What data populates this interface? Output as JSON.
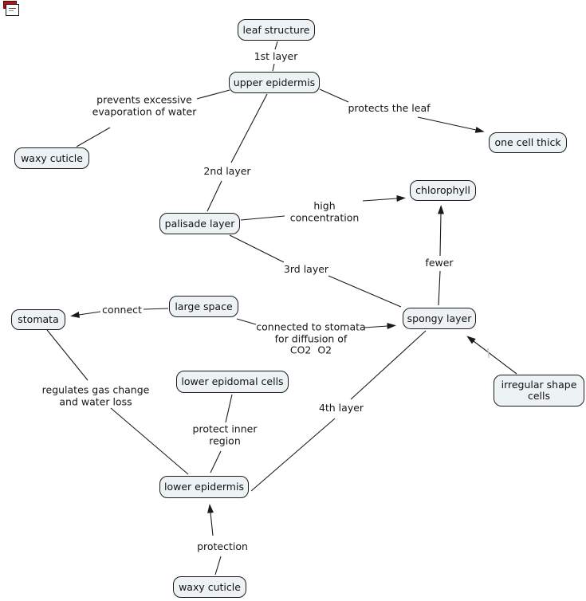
{
  "app": {
    "corner_icon": "cmap-window-icon"
  },
  "colors": {
    "canvas_background": "#ffffff",
    "node_fill": "#edf3f5",
    "node_border": "#1c1c1c",
    "connector_line": "#1a1a1a",
    "icon_red": "#b51414"
  },
  "nodes": {
    "leaf_structure": {
      "label": "leaf structure"
    },
    "upper_epidermis": {
      "label": "upper epidermis"
    },
    "waxy_cuticle_top": {
      "label": "waxy cuticle"
    },
    "one_cell_thick": {
      "label": "one cell thick"
    },
    "palisade_layer": {
      "label": "palisade layer"
    },
    "chlorophyll": {
      "label": "chlorophyll"
    },
    "large_space": {
      "label": "large space"
    },
    "stomata": {
      "label": "stomata"
    },
    "spongy_layer": {
      "label": "spongy layer"
    },
    "lower_epidomal_cells": {
      "label": "lower epidomal cells"
    },
    "irregular_shape_cells": {
      "label": "irregular shape\ncells"
    },
    "lower_epidermis": {
      "label": "lower epidermis"
    },
    "waxy_cuticle_bottom": {
      "label": "waxy cuticle"
    }
  },
  "edge_labels": {
    "first_layer": "1st layer",
    "prevents_evaporation": "prevents excessive\nevaporation of water",
    "protects_the_leaf": "protects the leaf",
    "second_layer": "2nd layer",
    "high_concentration": "high\nconcentration",
    "third_layer": "3rd layer",
    "fewer": "fewer",
    "connect": "connect",
    "connected_to_stomata": "connected to stomata\nfor diffusion of\nCO2  O2",
    "regulates_gas": "regulates gas change\nand water loss",
    "protect_inner": "protect inner\nregion",
    "fourth_layer": "4th layer",
    "protection": "protection"
  }
}
